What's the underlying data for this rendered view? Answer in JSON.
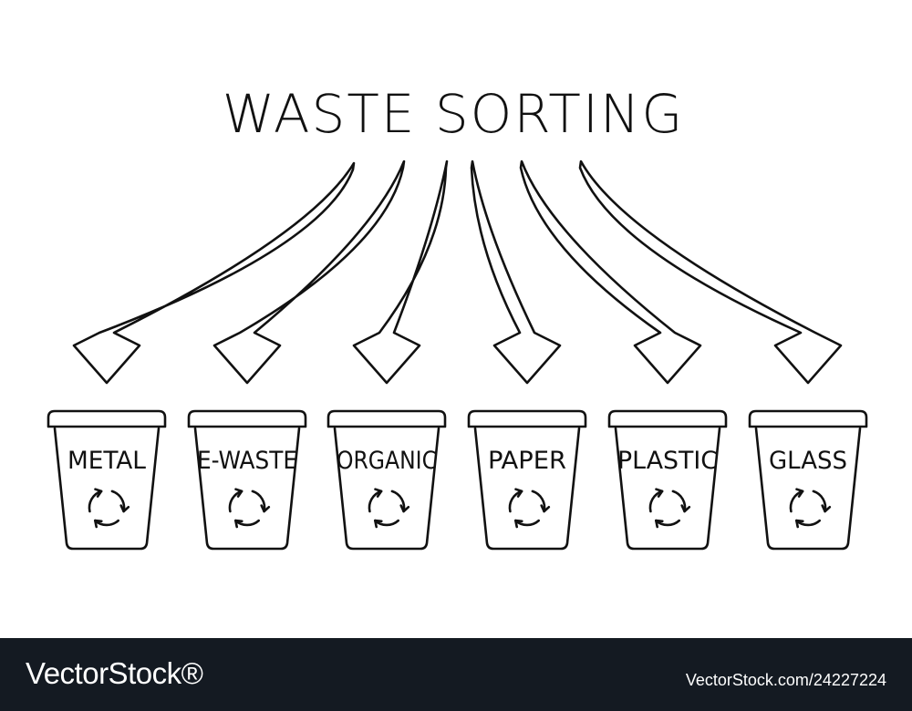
{
  "title": "WASTE SORTING",
  "bins": [
    {
      "label": "METAL",
      "icon": "recycle-icon"
    },
    {
      "label": "E-WASTE",
      "icon": "recycle-icon"
    },
    {
      "label": "ORGANIC",
      "icon": "recycle-icon"
    },
    {
      "label": "PAPER",
      "icon": "recycle-icon"
    },
    {
      "label": "PLASTIC",
      "icon": "recycle-icon"
    },
    {
      "label": "GLASS",
      "icon": "recycle-icon"
    }
  ],
  "footer": {
    "brand": "VectorStock®",
    "credit": "VectorStock.com/24227224"
  },
  "colors": {
    "ink": "#111111",
    "background": "#ffffff",
    "footer_background": "#141a22",
    "footer_text": "#ffffff"
  }
}
